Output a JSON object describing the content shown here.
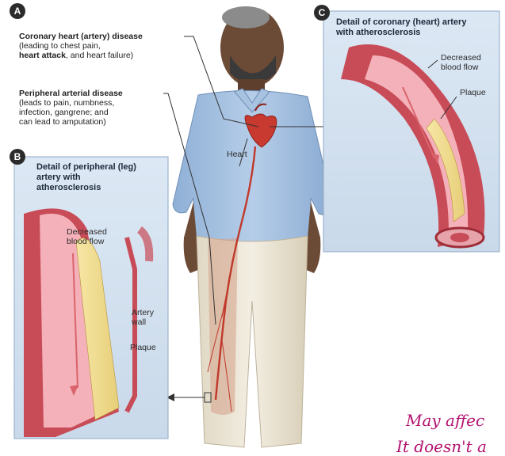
{
  "badges": {
    "a": "A",
    "b": "B",
    "c": "C"
  },
  "labels": {
    "coronary_title": "Coronary heart (artery) disease",
    "coronary_line1": "(leading to chest pain,",
    "coronary_line2_bold": "heart attack",
    "coronary_line2_rest": ", and heart failure)",
    "peripheral_title": "Peripheral arterial disease",
    "peripheral_line1": "(leads to pain, numbness,",
    "peripheral_line2": "infection, gangrene; and",
    "peripheral_line3": "can lead to amputation)",
    "heart": "Heart"
  },
  "panel_b": {
    "title_line1": "Detail of peripheral (leg)",
    "title_line2": "artery with",
    "title_line3": "atherosclerosis",
    "decreased_line1": "Decreased",
    "decreased_line2": "blood flow",
    "wall_line1": "Artery",
    "wall_line2": "wall",
    "plaque": "Plaque"
  },
  "panel_c": {
    "title_line1": "Detail of coronary (heart) artery",
    "title_line2": "with atherosclerosis",
    "decreased_line1": "Decreased",
    "decreased_line2": "blood flow",
    "plaque": "Plaque"
  },
  "handwritten": {
    "line1": "May affec",
    "line2": "It doesn't a"
  }
}
